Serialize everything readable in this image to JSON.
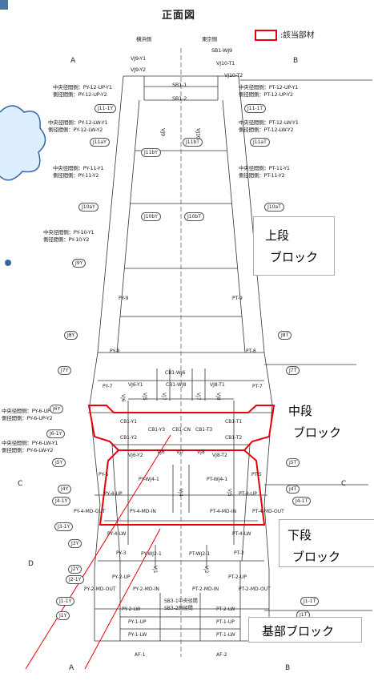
{
  "title": "正面図",
  "legend": {
    "label": ":該当部材",
    "color": "#e8000b"
  },
  "sides": {
    "left": "横浜側",
    "right": "東京側"
  },
  "section_marks": {
    "top_left": "A",
    "top_right": "B",
    "mid_left": "C",
    "mid_right": "C",
    "low_left": "D",
    "low_right": "D",
    "bot_left": "A",
    "bot_right": "B"
  },
  "top_labels": {
    "sb1wj9": "SB1-WJ9",
    "vj9y1": "VJ9-Y1",
    "vj9y2": "VJ9-Y2",
    "vj10t1": "VJ10-T1",
    "vj10t2": "VJ10-T2",
    "sb11": "SB1-1",
    "sb12": "SB1-2",
    "vj9": "VJ9",
    "vj10": "VJ10"
  },
  "left_notes": [
    {
      "l1": "中央径間側：PY-12-UP-Y1",
      "l2": "側径間側：PY-12-UP-Y2"
    },
    {
      "l1": "中央径間側：PY-12-LW-Y1",
      "l2": "側径間側：PY-12-LW-Y2"
    },
    {
      "l1": "中央径間側：PY-11-Y1",
      "l2": "側径間側：PY-11-Y2"
    },
    {
      "l1": "中央径間側：PY-10-Y1",
      "l2": "側径間側：PY-10-Y2"
    },
    {
      "l1": "中央径間側：PY-6-UP-Y1",
      "l2": "側径間側：PY-6-UP-Y2"
    },
    {
      "l1": "中央径間側：PY-6-LW-Y1",
      "l2": "側径間側：PY-6-LW-Y2"
    }
  ],
  "right_notes": [
    {
      "l1": "中央径間側：PT-12-UP-Y1",
      "l2": "側径間側：PT-12-UP-Y2"
    },
    {
      "l1": "中央径間側：PT-12-LW-Y1",
      "l2": "側径間側：PT-12-LW-Y2"
    },
    {
      "l1": "中央径間側：PT-11-Y1",
      "l2": "側径間側：PT-11-Y2"
    }
  ],
  "joints_left": [
    "J11-1Y",
    "J11aY",
    "J11bY",
    "J10aY",
    "J10bY",
    "J9Y",
    "J8Y",
    "J7Y",
    "J6Y",
    "J6-1Y",
    "J5Y",
    "J4Y",
    "J4-1Y",
    "J3-1Y",
    "J3Y",
    "J2Y",
    "J2-1Y",
    "J1-1Y",
    "J1Y"
  ],
  "joints_right": [
    "J11-1T",
    "J11aT",
    "J11bT",
    "J10aT",
    "J10bT",
    "J8T",
    "J7T",
    "J5T",
    "J4T",
    "J4-1T",
    "J1-1T",
    "J1T"
  ],
  "panels": {
    "py9": "PY-9",
    "pt9": "PT-9",
    "py8": "PY-8",
    "pt8": "PT-8",
    "py7": "PY-7",
    "pt7": "PT-7",
    "py5": "PY-5",
    "pt5": "PT-5",
    "py3": "PY-3",
    "pt3": "PT-3",
    "py1up": "PY-1-UP",
    "pt1up": "PT-1-UP",
    "py1lw": "PY-1-LW",
    "pt1lw": "PT-1-LW",
    "af1": "AF-1",
    "af2": "AF-2"
  },
  "mid": {
    "cb1wj6": "CB1-WJ6",
    "vj6y1": "VJ6-Y1",
    "cb1wj8": "CB1-WJ8",
    "vj8t1": "VJ8-T1",
    "vj6": "VJ6",
    "vj5": "VJ5",
    "vj7": "VJ7",
    "vj7b": "VJ7",
    "vj8": "VJ8",
    "cb1y1": "CB1-Y1",
    "cb1y2": "CB1-Y2",
    "cb1y3": "CB1-Y3",
    "cb1cn": "CB1-CN",
    "cb1t3": "CB1-T3",
    "cb1t1": "CB1-T1",
    "cb1t2": "CB1-T2",
    "vj6y2": "VJ6-Y2",
    "vj6b": "VJ6",
    "vj7c": "VJ7",
    "vj8b": "VJ8",
    "vj8t2": "VJ8-T2",
    "pywj41": "PY-WJ4-1",
    "ptwj41": "PT-WJ4-1",
    "py4up": "PY-4-UP",
    "pt4up": "PT-4-UP",
    "vj4": "VJ4",
    "vj5b": "VJ5",
    "py4mdout": "PY-4-MD-OUT",
    "py4mdin": "PY-4-MD-IN",
    "pt4mdin": "PT-4-MD-IN",
    "pt4mdout": "PT-4-MD-OUT",
    "py4lw": "PY-4-LW",
    "pt4lw": "PT-4-LW"
  },
  "low": {
    "pywj21": "PY-WJ2-1",
    "ptwj21": "PT-WJ2-1",
    "vj1": "VJ1",
    "vj2": "VJ2",
    "py2up": "PY-2-UP",
    "pt2up": "PT-2-UP",
    "py2mdout": "PY-2-MD-OUT",
    "py2mdin": "PY-2-MD-IN",
    "pt2mdin": "PT-2-MD-IN",
    "pt2mdout": "PT-2-MD-OUT",
    "py2lw": "PY-2-LW",
    "pt2lw": "PT-2-LW",
    "sb3a": "SB3-1中央径間",
    "sb3b": "SB3-2側径間"
  },
  "blocks": {
    "upper1": "上段",
    "upper2": "ブロック",
    "middle1": "中段",
    "middle2": "ブロック",
    "lower1": "下段",
    "lower2": "ブロック",
    "base": "基部ブロック"
  }
}
